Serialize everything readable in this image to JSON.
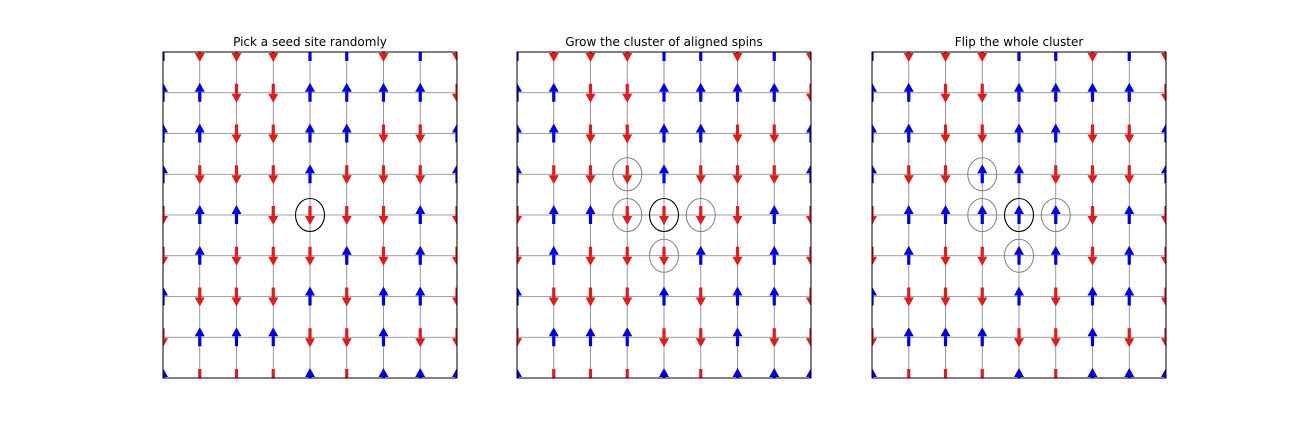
{
  "figure": {
    "panels": [
      {
        "title": "Pick a seed site randomly",
        "flipped": false,
        "seed": [
          4,
          4
        ],
        "cluster": []
      },
      {
        "title": "Grow the cluster of aligned spins",
        "flipped": false,
        "seed": [
          4,
          4
        ],
        "cluster": [
          [
            3,
            3
          ],
          [
            3,
            4
          ],
          [
            5,
            4
          ],
          [
            4,
            5
          ]
        ]
      },
      {
        "title": "Flip the whole cluster",
        "flipped": true,
        "seed": [
          4,
          4
        ],
        "cluster": [
          [
            3,
            3
          ],
          [
            3,
            4
          ],
          [
            5,
            4
          ],
          [
            4,
            5
          ]
        ]
      }
    ],
    "lattice": {
      "size": 9,
      "spins": [
        [
          1,
          -1,
          -1,
          -1,
          1,
          1,
          -1,
          1,
          -1
        ],
        [
          1,
          1,
          -1,
          -1,
          1,
          1,
          1,
          1,
          -1
        ],
        [
          1,
          1,
          -1,
          -1,
          1,
          1,
          -1,
          -1,
          1
        ],
        [
          1,
          -1,
          -1,
          -1,
          1,
          -1,
          -1,
          -1,
          1
        ],
        [
          -1,
          1,
          1,
          -1,
          -1,
          -1,
          -1,
          1,
          -1
        ],
        [
          -1,
          1,
          -1,
          -1,
          -1,
          1,
          -1,
          1,
          -1
        ],
        [
          1,
          -1,
          -1,
          -1,
          1,
          -1,
          1,
          1,
          -1
        ],
        [
          -1,
          1,
          1,
          1,
          -1,
          -1,
          1,
          -1,
          -1
        ],
        [
          1,
          -1,
          -1,
          -1,
          1,
          -1,
          1,
          1,
          1
        ]
      ]
    },
    "colors": {
      "up": "#0000dd",
      "down": "#dd1c1c",
      "grid": "#808080",
      "seed_ring": "#000000",
      "cluster_ring": "#808080"
    }
  }
}
